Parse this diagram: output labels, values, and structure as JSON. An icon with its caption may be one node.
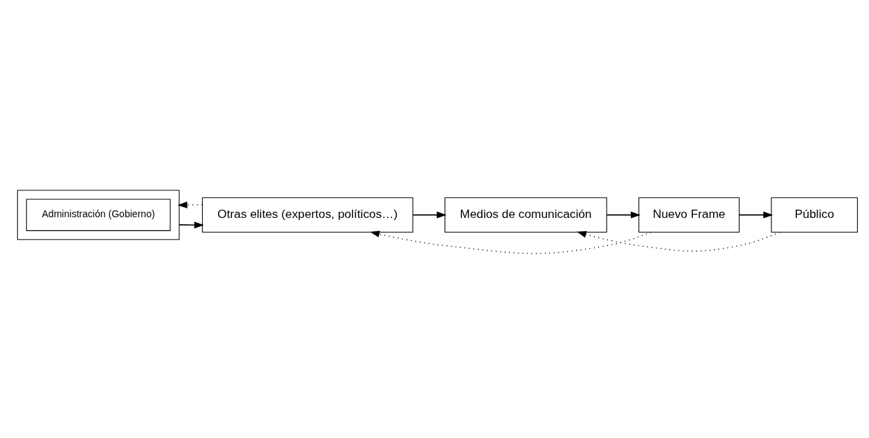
{
  "diagram": {
    "nodes": [
      {
        "text": [],
        "shape": "box"
      },
      {
        "text": [
          "Administración (Gobierno)"
        ],
        "in": 0
      },
      {
        "text": [
          "Otras elites (expertos, políticos…)"
        ]
      },
      {
        "text": [
          "Medios de comunicación"
        ]
      },
      {
        "text": [
          "Nuevo Frame"
        ]
      },
      {
        "text": [
          "Público"
        ]
      }
    ],
    "edges": [
      {
        "from": 0,
        "to": 2,
        "arrow": "to"
      },
      {
        "from": 2,
        "to": 3,
        "arrow": "to"
      },
      {
        "from": 3,
        "to": 4,
        "arrow": "to"
      },
      {
        "from": 4,
        "to": 5,
        "arrow": "to"
      },
      {
        "from": 2,
        "to": 0,
        "arrow": "to",
        "style": "dashed"
      },
      {
        "from": 4,
        "to": 2,
        "arrow": "to",
        "style": "dashed"
      },
      {
        "from": 5,
        "to": 3,
        "arrow": "to",
        "style": "dashed"
      }
    ]
  }
}
